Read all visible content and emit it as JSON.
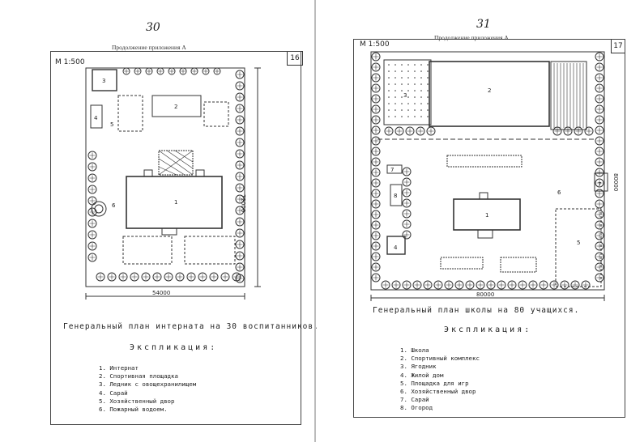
{
  "left_page": {
    "handwritten_number": "30",
    "caption": "Продолжение приложения А",
    "scale": "М 1:500",
    "sheet_number": "16",
    "dimensions": {
      "width": "54000",
      "height": "72000"
    },
    "plan_labels": [
      "1",
      "2",
      "3",
      "4",
      "5",
      "6"
    ],
    "title": "Генеральный план интерната на 30 воспитанников.",
    "legend_heading": "Экспликация:",
    "legend_items": [
      "1. Интернат",
      "2. Спортивная площадка",
      "3. Ледник с овощехранилищем",
      "4. Сарай",
      "5. Хозяйственный двор",
      "6. Пожарный водоем."
    ]
  },
  "right_page": {
    "handwritten_number": "31",
    "caption": "Продолжение приложения А",
    "scale": "М 1:500",
    "sheet_number": "17",
    "dimensions": {
      "width": "80000",
      "height": "80000"
    },
    "plan_labels": [
      "1",
      "2",
      "3",
      "4",
      "5",
      "6",
      "7",
      "7",
      "8"
    ],
    "title": "Генеральный план школы на 80 учащихся.",
    "legend_heading": "Экспликация:",
    "legend_items": [
      "1. Школа",
      "2. Спортивный комплекс",
      "3. Ягодник",
      "4. Жилой дом",
      "5. Площадка для игр",
      "6. Хозяйственный двор",
      "7. Сарай",
      "8. Огород"
    ]
  }
}
